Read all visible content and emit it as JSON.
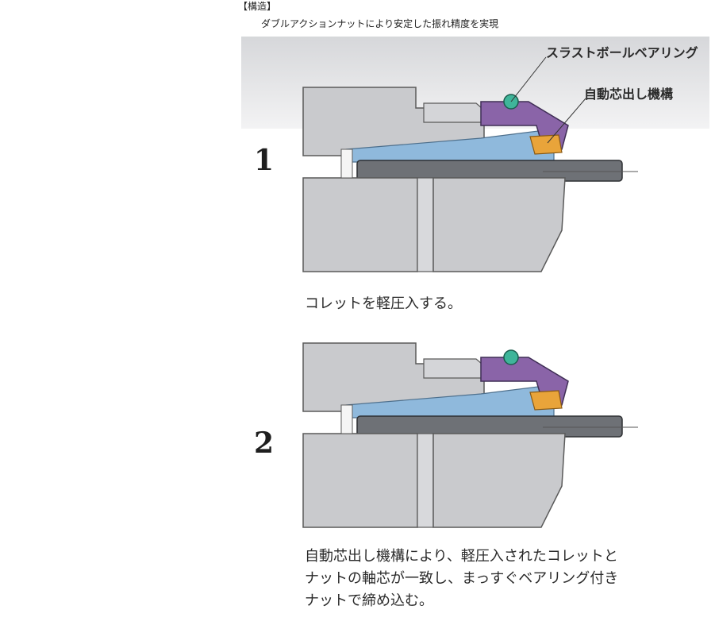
{
  "header": {
    "title": "【構造】",
    "subtitle": "ダブルアクションナットにより安定した振れ精度を実現"
  },
  "diagram": {
    "labels": {
      "bearing": "スラストボールベアリング",
      "centering": "自動芯出し機構"
    },
    "steps": [
      {
        "number": "1",
        "caption_lines": [
          "コレットを軽圧入する。"
        ]
      },
      {
        "number": "2",
        "caption_lines": [
          "自動芯出し機構により、軽圧入されたコレットと",
          "ナットの軸芯が一致し、まっすぐベアリング付き",
          "ナットで締め込む。"
        ]
      }
    ]
  },
  "colors": {
    "body_gray": "#c9cacd",
    "outline": "#5a5a5a",
    "collet_blue": "#8fb9dc",
    "nut_purple": "#8a64a8",
    "ball_teal": "#3fb59a",
    "centering_orange": "#e9a43a",
    "shaft_dark": "#6e7176"
  }
}
